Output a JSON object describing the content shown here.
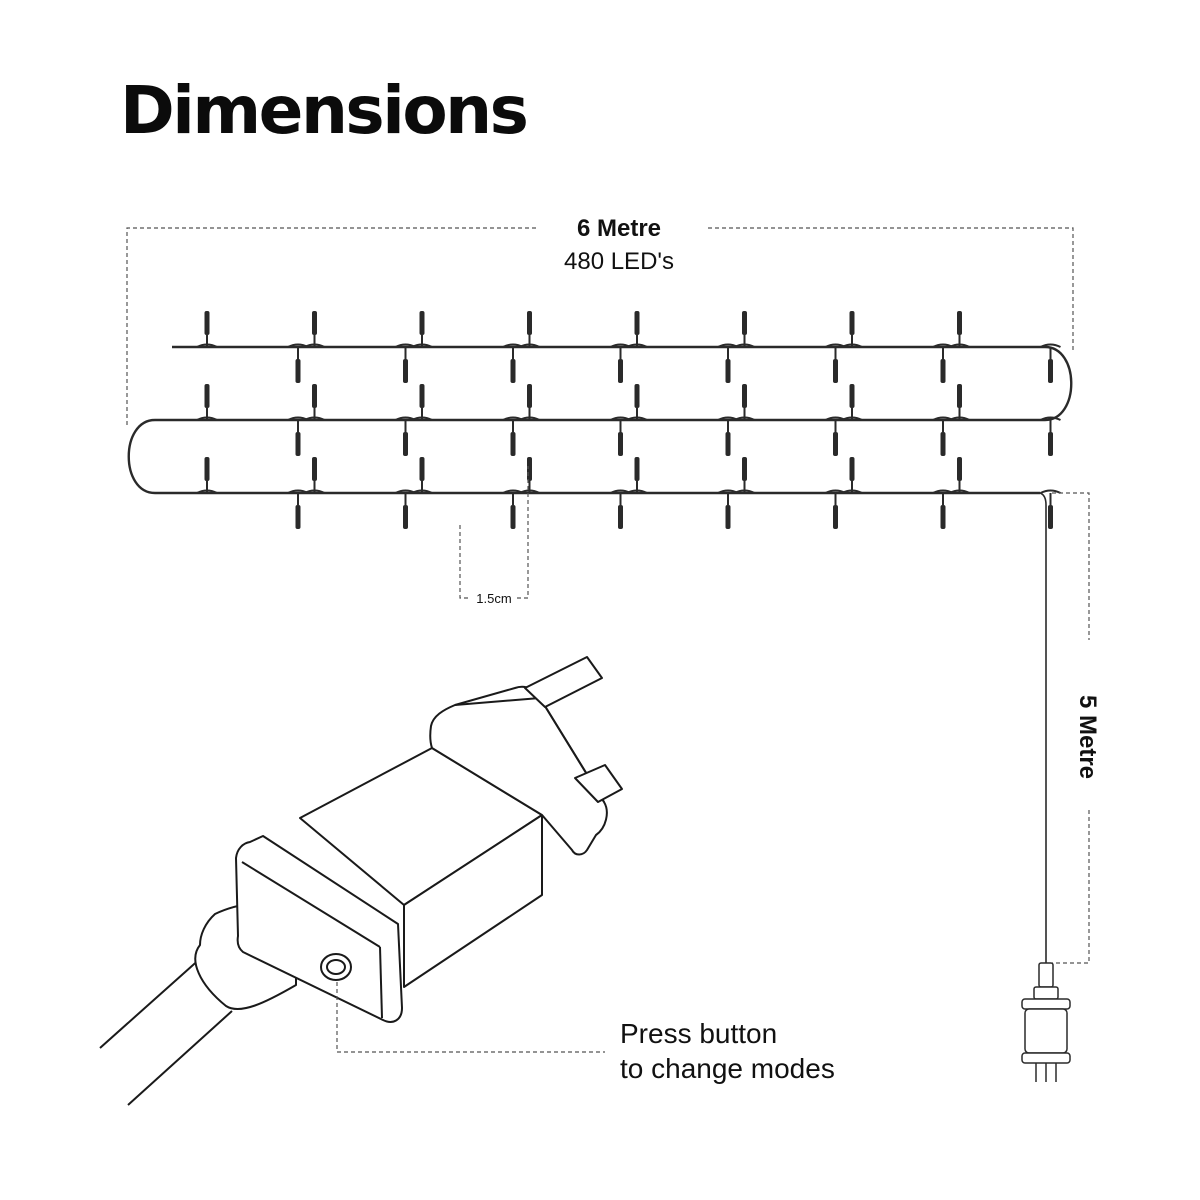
{
  "title": "Dimensions",
  "dimensions": {
    "length_label": "6 Metre",
    "led_count_label": "480 LED's",
    "spacing_label": "1.5cm",
    "lead_cable_label": "5 Metre"
  },
  "callout": {
    "line1": "Press button",
    "line2": "to change modes"
  },
  "colors": {
    "text": "#111111",
    "wire": "#2a2a2a",
    "dimension_line": "#555555",
    "background": "#ffffff"
  }
}
